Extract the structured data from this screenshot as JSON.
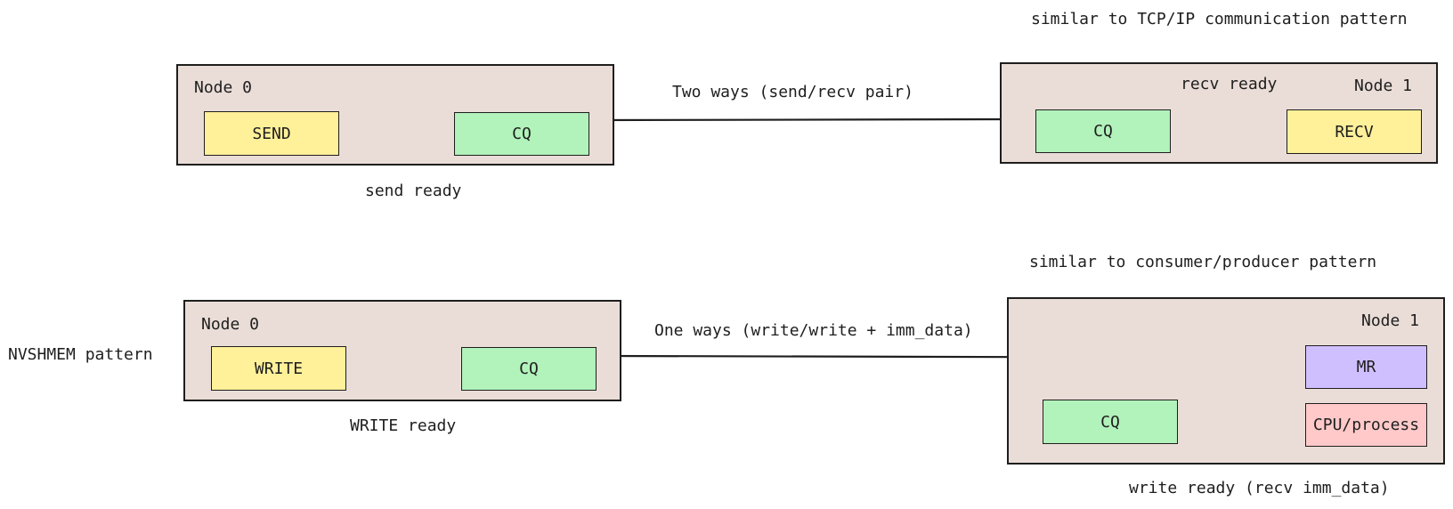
{
  "colors": {
    "node_fill": "#eaddd7",
    "yellow": "#fff09a",
    "green": "#b2f2bb",
    "purple": "#d0bfff",
    "pink": "#ffc9c9",
    "stroke": "#1e1e1e"
  },
  "top": {
    "note": "similar to TCP/IP communication pattern",
    "arrow_label": "Two ways (send/recv pair)",
    "node0": {
      "title": "Node 0",
      "send": "SEND",
      "cq": "CQ",
      "ready": "send ready"
    },
    "node1": {
      "title": "Node 1",
      "cq": "CQ",
      "recv": "RECV",
      "ready": "recv ready"
    }
  },
  "bottom": {
    "note": "similar to consumer/producer pattern",
    "side_label": "NVSHMEM pattern",
    "arrow_label": "One ways (write/write + imm_data)",
    "node0": {
      "title": "Node 0",
      "write": "WRITE",
      "cq": "CQ",
      "ready": "WRITE ready"
    },
    "node1": {
      "title": "Node 1",
      "mr": "MR",
      "cq": "CQ",
      "cpu": "CPU/process",
      "ready": "write ready (recv imm_data)"
    }
  }
}
